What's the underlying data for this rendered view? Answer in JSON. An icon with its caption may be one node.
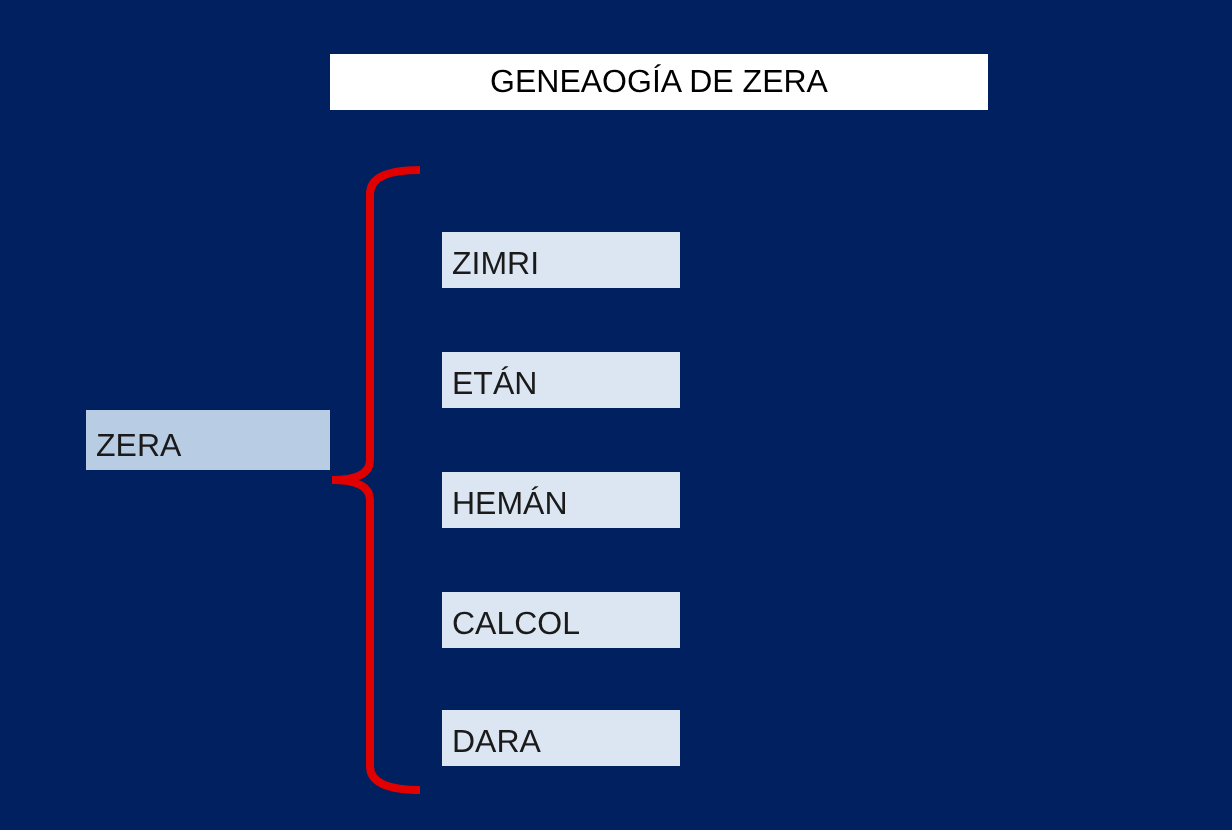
{
  "diagram": {
    "title": "GENEAOGÍA DE ZERA",
    "nodes": [
      {
        "text": [
          "ZERA"
        ]
      },
      {
        "text": [
          "ZIMRI"
        ]
      },
      {
        "text": [
          "ETÁN"
        ]
      },
      {
        "text": [
          "HEMÁN"
        ]
      },
      {
        "text": [
          "CALCOL"
        ]
      },
      {
        "text": [
          "DARA"
        ]
      }
    ]
  }
}
